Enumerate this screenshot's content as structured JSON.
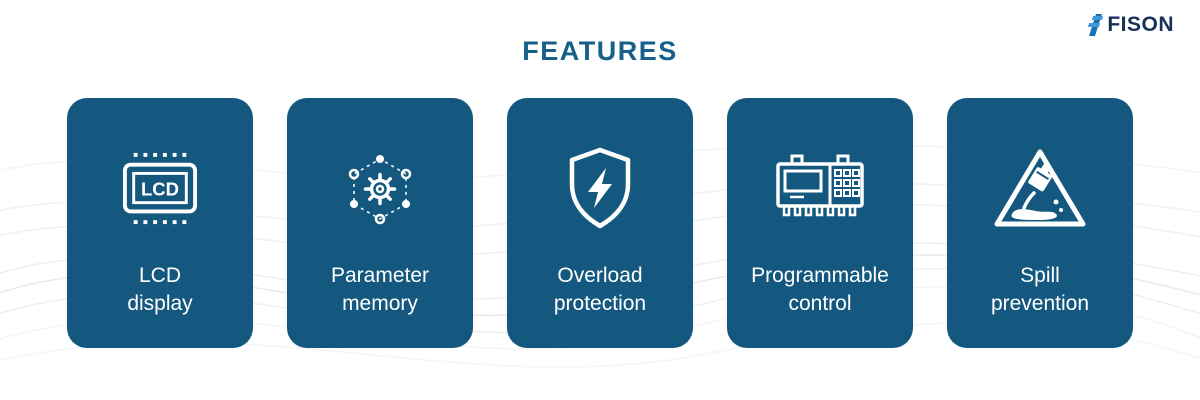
{
  "logo": {
    "brand": "FISON"
  },
  "title": "FEATURES",
  "cards": [
    {
      "line1": "LCD",
      "line2": "display",
      "icon": "lcd-display-icon"
    },
    {
      "line1": "Parameter",
      "line2": "memory",
      "icon": "gear-network-icon"
    },
    {
      "line1": "Overload",
      "line2": "protection",
      "icon": "shield-lightning-icon"
    },
    {
      "line1": "Programmable",
      "line2": "control",
      "icon": "control-panel-icon"
    },
    {
      "line1": "Spill",
      "line2": "prevention",
      "icon": "spill-warning-icon"
    }
  ],
  "colors": {
    "card_background": "#14587f",
    "title_color": "#166089",
    "logo_navy": "#16325b",
    "logo_blue": "#2f8fd0",
    "icon_color": "#ffffff",
    "wave_color": "#dfe3e8"
  }
}
